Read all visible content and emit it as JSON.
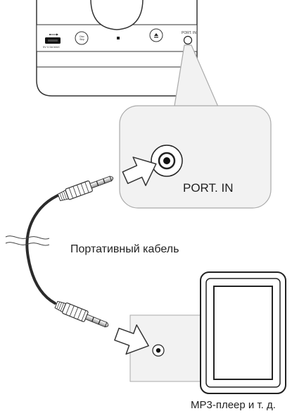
{
  "device": {
    "port_tiny_label": "PORT. IN",
    "usb_tiny_label": "5V 0.5A MAX",
    "disc_button_text": "Disc Skip"
  },
  "labels": {
    "port_in": "PORT. IN",
    "cable": "Портативный кабель",
    "player": "MP3-плеер и т. д."
  },
  "icons": {
    "usb": "usb-icon",
    "stop": "stop-icon",
    "eject": "eject-icon"
  },
  "colors": {
    "outline": "#333333",
    "callout_fill": "#f2f2f2",
    "callout_stroke": "#aaaaaa",
    "cable": "#2b2b2b"
  }
}
